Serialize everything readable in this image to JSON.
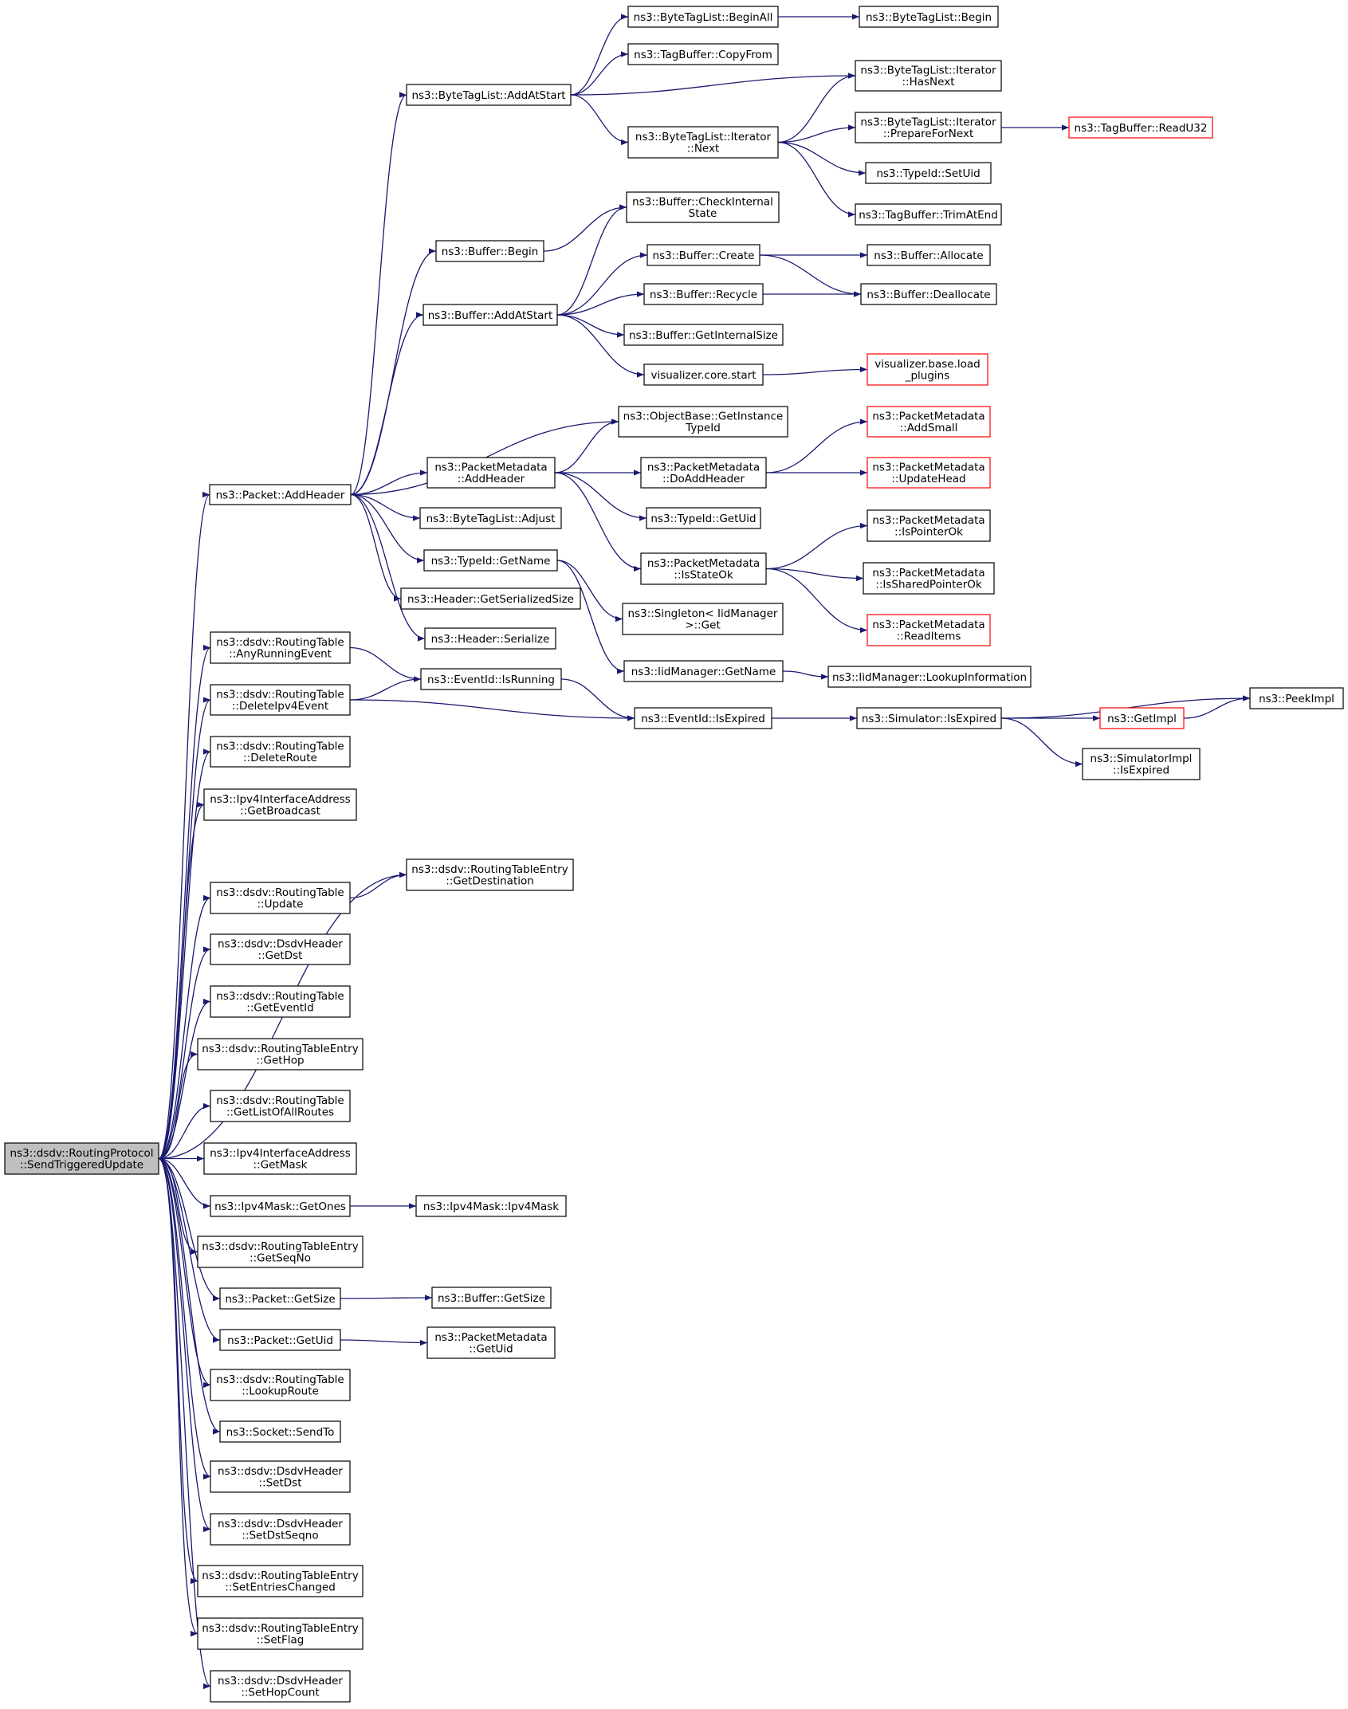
{
  "colors": {
    "edge": "#191970",
    "root_fill": "#bfbfbf",
    "truncated_border": "#ff0000",
    "node_border": "#000000"
  },
  "nodes": [
    {
      "id": "root",
      "lines": [
        "ns3::dsdv::RoutingProtocol",
        "::SendTriggeredUpdate"
      ],
      "kind": "root"
    },
    {
      "id": "pAddHeader",
      "lines": [
        "ns3::Packet::AddHeader"
      ]
    },
    {
      "id": "btlAddAtStart",
      "lines": [
        "ns3::ByteTagList::AddAtStart"
      ]
    },
    {
      "id": "btlBeginAll",
      "lines": [
        "ns3::ByteTagList::BeginAll"
      ]
    },
    {
      "id": "btlBegin",
      "lines": [
        "ns3::ByteTagList::Begin"
      ]
    },
    {
      "id": "tbCopyFrom",
      "lines": [
        "ns3::TagBuffer::CopyFrom"
      ]
    },
    {
      "id": "btlItHasNext",
      "lines": [
        "ns3::ByteTagList::Iterator",
        "::HasNext"
      ]
    },
    {
      "id": "btlItNext",
      "lines": [
        "ns3::ByteTagList::Iterator",
        "::Next"
      ]
    },
    {
      "id": "btlItPrepare",
      "lines": [
        "ns3::ByteTagList::Iterator",
        "::PrepareForNext"
      ]
    },
    {
      "id": "tbReadU32",
      "lines": [
        "ns3::TagBuffer::ReadU32"
      ],
      "kind": "trunc"
    },
    {
      "id": "tidSetUid",
      "lines": [
        "ns3::TypeId::SetUid"
      ]
    },
    {
      "id": "tbTrimAtEnd",
      "lines": [
        "ns3::TagBuffer::TrimAtEnd"
      ]
    },
    {
      "id": "bufCheck",
      "lines": [
        "ns3::Buffer::CheckInternal",
        "State"
      ]
    },
    {
      "id": "bufBegin",
      "lines": [
        "ns3::Buffer::Begin"
      ]
    },
    {
      "id": "bufCreate",
      "lines": [
        "ns3::Buffer::Create"
      ]
    },
    {
      "id": "bufAllocate",
      "lines": [
        "ns3::Buffer::Allocate"
      ]
    },
    {
      "id": "bufAddAtStart",
      "lines": [
        "ns3::Buffer::AddAtStart"
      ]
    },
    {
      "id": "bufRecycle",
      "lines": [
        "ns3::Buffer::Recycle"
      ]
    },
    {
      "id": "bufDeallocate",
      "lines": [
        "ns3::Buffer::Deallocate"
      ]
    },
    {
      "id": "bufGetInternalSize",
      "lines": [
        "ns3::Buffer::GetInternalSize"
      ]
    },
    {
      "id": "vizStart",
      "lines": [
        "visualizer.core.start"
      ]
    },
    {
      "id": "vizLoad",
      "lines": [
        "visualizer.base.load",
        "_plugins"
      ],
      "kind": "trunc"
    },
    {
      "id": "obGetInstance",
      "lines": [
        "ns3::ObjectBase::GetInstance",
        "TypeId"
      ]
    },
    {
      "id": "pmAddSmall",
      "lines": [
        "ns3::PacketMetadata",
        "::AddSmall"
      ],
      "kind": "trunc"
    },
    {
      "id": "pmAddHeader",
      "lines": [
        "ns3::PacketMetadata",
        "::AddHeader"
      ]
    },
    {
      "id": "pmDoAddHeader",
      "lines": [
        "ns3::PacketMetadata",
        "::DoAddHeader"
      ]
    },
    {
      "id": "pmUpdateHead",
      "lines": [
        "ns3::PacketMetadata",
        "::UpdateHead"
      ],
      "kind": "trunc"
    },
    {
      "id": "btlAdjust",
      "lines": [
        "ns3::ByteTagList::Adjust"
      ]
    },
    {
      "id": "tidGetUid",
      "lines": [
        "ns3::TypeId::GetUid"
      ]
    },
    {
      "id": "pmIsPointerOk",
      "lines": [
        "ns3::PacketMetadata",
        "::IsPointerOk"
      ]
    },
    {
      "id": "tidGetName",
      "lines": [
        "ns3::TypeId::GetName"
      ]
    },
    {
      "id": "pmIsStateOk",
      "lines": [
        "ns3::PacketMetadata",
        "::IsStateOk"
      ]
    },
    {
      "id": "pmIsShared",
      "lines": [
        "ns3::PacketMetadata",
        "::IsSharedPointerOk"
      ]
    },
    {
      "id": "hdrGetSerSize",
      "lines": [
        "ns3::Header::GetSerializedSize"
      ]
    },
    {
      "id": "singletonGet",
      "lines": [
        "ns3::Singleton< IidManager",
        ">::Get"
      ]
    },
    {
      "id": "pmReadItems",
      "lines": [
        "ns3::PacketMetadata",
        "::ReadItems"
      ],
      "kind": "trunc"
    },
    {
      "id": "hdrSerialize",
      "lines": [
        "ns3::Header::Serialize"
      ]
    },
    {
      "id": "rtAnyRunning",
      "lines": [
        "ns3::dsdv::RoutingTable",
        "::AnyRunningEvent"
      ]
    },
    {
      "id": "iidGetName",
      "lines": [
        "ns3::IidManager::GetName"
      ]
    },
    {
      "id": "iidLookup",
      "lines": [
        "ns3::IidManager::LookupInformation"
      ]
    },
    {
      "id": "evIsRunning",
      "lines": [
        "ns3::EventId::IsRunning"
      ]
    },
    {
      "id": "peekImpl",
      "lines": [
        "ns3::PeekImpl"
      ]
    },
    {
      "id": "rtDeleteIpv4",
      "lines": [
        "ns3::dsdv::RoutingTable",
        "::DeleteIpv4Event"
      ]
    },
    {
      "id": "evIsExpired",
      "lines": [
        "ns3::EventId::IsExpired"
      ]
    },
    {
      "id": "simIsExpired",
      "lines": [
        "ns3::Simulator::IsExpired"
      ]
    },
    {
      "id": "getImpl",
      "lines": [
        "ns3::GetImpl"
      ],
      "kind": "trunc"
    },
    {
      "id": "rtDeleteRoute",
      "lines": [
        "ns3::dsdv::RoutingTable",
        "::DeleteRoute"
      ]
    },
    {
      "id": "simImplIsExpired",
      "lines": [
        "ns3::SimulatorImpl",
        "::IsExpired"
      ]
    },
    {
      "id": "ifaGetBroadcast",
      "lines": [
        "ns3::Ipv4InterfaceAddress",
        "::GetBroadcast"
      ]
    },
    {
      "id": "rteGetDest",
      "lines": [
        "ns3::dsdv::RoutingTableEntry",
        "::GetDestination"
      ]
    },
    {
      "id": "rtUpdate",
      "lines": [
        "ns3::dsdv::RoutingTable",
        "::Update"
      ]
    },
    {
      "id": "dhGetDst",
      "lines": [
        "ns3::dsdv::DsdvHeader",
        "::GetDst"
      ]
    },
    {
      "id": "rtGetEventId",
      "lines": [
        "ns3::dsdv::RoutingTable",
        "::GetEventId"
      ]
    },
    {
      "id": "rteGetHop",
      "lines": [
        "ns3::dsdv::RoutingTableEntry",
        "::GetHop"
      ]
    },
    {
      "id": "rtGetList",
      "lines": [
        "ns3::dsdv::RoutingTable",
        "::GetListOfAllRoutes"
      ]
    },
    {
      "id": "ifaGetMask",
      "lines": [
        "ns3::Ipv4InterfaceAddress",
        "::GetMask"
      ]
    },
    {
      "id": "maskGetOnes",
      "lines": [
        "ns3::Ipv4Mask::GetOnes"
      ]
    },
    {
      "id": "maskCtor",
      "lines": [
        "ns3::Ipv4Mask::Ipv4Mask"
      ]
    },
    {
      "id": "rteGetSeqNo",
      "lines": [
        "ns3::dsdv::RoutingTableEntry",
        "::GetSeqNo"
      ]
    },
    {
      "id": "pGetSize",
      "lines": [
        "ns3::Packet::GetSize"
      ]
    },
    {
      "id": "bufGetSize",
      "lines": [
        "ns3::Buffer::GetSize"
      ]
    },
    {
      "id": "pGetUid",
      "lines": [
        "ns3::Packet::GetUid"
      ]
    },
    {
      "id": "pmGetUid",
      "lines": [
        "ns3::PacketMetadata",
        "::GetUid"
      ]
    },
    {
      "id": "rtLookupRoute",
      "lines": [
        "ns3::dsdv::RoutingTable",
        "::LookupRoute"
      ]
    },
    {
      "id": "sockSendTo",
      "lines": [
        "ns3::Socket::SendTo"
      ]
    },
    {
      "id": "dhSetDst",
      "lines": [
        "ns3::dsdv::DsdvHeader",
        "::SetDst"
      ]
    },
    {
      "id": "dhSetDstSeqno",
      "lines": [
        "ns3::dsdv::DsdvHeader",
        "::SetDstSeqno"
      ]
    },
    {
      "id": "rteSetEntries",
      "lines": [
        "ns3::dsdv::RoutingTableEntry",
        "::SetEntriesChanged"
      ]
    },
    {
      "id": "rteSetFlag",
      "lines": [
        "ns3::dsdv::RoutingTableEntry",
        "::SetFlag"
      ]
    },
    {
      "id": "dhSetHopCount",
      "lines": [
        "ns3::dsdv::DsdvHeader",
        "::SetHopCount"
      ]
    }
  ],
  "edges": [
    [
      "root",
      "pAddHeader"
    ],
    [
      "root",
      "rtAnyRunning"
    ],
    [
      "root",
      "rtDeleteIpv4"
    ],
    [
      "root",
      "rtDeleteRoute"
    ],
    [
      "root",
      "ifaGetBroadcast"
    ],
    [
      "root",
      "rteGetDest"
    ],
    [
      "root",
      "rtUpdate"
    ],
    [
      "root",
      "dhGetDst"
    ],
    [
      "root",
      "rtGetEventId"
    ],
    [
      "root",
      "rteGetHop"
    ],
    [
      "root",
      "rtGetList"
    ],
    [
      "root",
      "ifaGetMask"
    ],
    [
      "root",
      "maskGetOnes"
    ],
    [
      "root",
      "rteGetSeqNo"
    ],
    [
      "root",
      "pGetSize"
    ],
    [
      "root",
      "pGetUid"
    ],
    [
      "root",
      "rtLookupRoute"
    ],
    [
      "root",
      "sockSendTo"
    ],
    [
      "root",
      "dhSetDst"
    ],
    [
      "root",
      "dhSetDstSeqno"
    ],
    [
      "root",
      "rteSetEntries"
    ],
    [
      "root",
      "rteSetFlag"
    ],
    [
      "root",
      "dhSetHopCount"
    ],
    [
      "pAddHeader",
      "btlAddAtStart"
    ],
    [
      "pAddHeader",
      "bufBegin"
    ],
    [
      "pAddHeader",
      "bufAddAtStart"
    ],
    [
      "pAddHeader",
      "obGetInstance"
    ],
    [
      "pAddHeader",
      "pmAddHeader"
    ],
    [
      "pAddHeader",
      "btlAdjust"
    ],
    [
      "pAddHeader",
      "tidGetName"
    ],
    [
      "pAddHeader",
      "hdrGetSerSize"
    ],
    [
      "pAddHeader",
      "hdrSerialize"
    ],
    [
      "btlAddAtStart",
      "btlBeginAll"
    ],
    [
      "btlAddAtStart",
      "tbCopyFrom"
    ],
    [
      "btlAddAtStart",
      "btlItHasNext"
    ],
    [
      "btlAddAtStart",
      "btlItNext"
    ],
    [
      "btlBeginAll",
      "btlBegin"
    ],
    [
      "btlItNext",
      "btlItHasNext"
    ],
    [
      "btlItNext",
      "btlItPrepare"
    ],
    [
      "btlItNext",
      "tidSetUid"
    ],
    [
      "btlItNext",
      "tbTrimAtEnd"
    ],
    [
      "btlItPrepare",
      "tbReadU32"
    ],
    [
      "bufBegin",
      "bufCheck"
    ],
    [
      "bufAddAtStart",
      "bufCheck"
    ],
    [
      "bufAddAtStart",
      "bufCreate"
    ],
    [
      "bufAddAtStart",
      "bufRecycle"
    ],
    [
      "bufAddAtStart",
      "bufGetInternalSize"
    ],
    [
      "bufAddAtStart",
      "vizStart"
    ],
    [
      "bufCreate",
      "bufAllocate"
    ],
    [
      "bufCreate",
      "bufDeallocate"
    ],
    [
      "bufRecycle",
      "bufDeallocate"
    ],
    [
      "vizStart",
      "vizLoad"
    ],
    [
      "pmAddHeader",
      "obGetInstance"
    ],
    [
      "pmAddHeader",
      "pmDoAddHeader"
    ],
    [
      "pmAddHeader",
      "tidGetUid"
    ],
    [
      "pmAddHeader",
      "pmIsStateOk"
    ],
    [
      "pmDoAddHeader",
      "pmAddSmall"
    ],
    [
      "pmDoAddHeader",
      "pmUpdateHead"
    ],
    [
      "pmIsStateOk",
      "pmIsPointerOk"
    ],
    [
      "pmIsStateOk",
      "pmIsShared"
    ],
    [
      "pmIsStateOk",
      "pmReadItems"
    ],
    [
      "tidGetName",
      "singletonGet"
    ],
    [
      "tidGetName",
      "iidGetName"
    ],
    [
      "iidGetName",
      "iidLookup"
    ],
    [
      "rtAnyRunning",
      "evIsRunning"
    ],
    [
      "rtDeleteIpv4",
      "evIsRunning"
    ],
    [
      "rtDeleteIpv4",
      "evIsExpired"
    ],
    [
      "evIsRunning",
      "evIsExpired"
    ],
    [
      "evIsExpired",
      "simIsExpired"
    ],
    [
      "simIsExpired",
      "peekImpl"
    ],
    [
      "simIsExpired",
      "getImpl"
    ],
    [
      "simIsExpired",
      "simImplIsExpired"
    ],
    [
      "getImpl",
      "peekImpl"
    ],
    [
      "rtUpdate",
      "rteGetDest"
    ],
    [
      "maskGetOnes",
      "maskCtor"
    ],
    [
      "pGetSize",
      "bufGetSize"
    ],
    [
      "pGetUid",
      "pmGetUid"
    ]
  ]
}
